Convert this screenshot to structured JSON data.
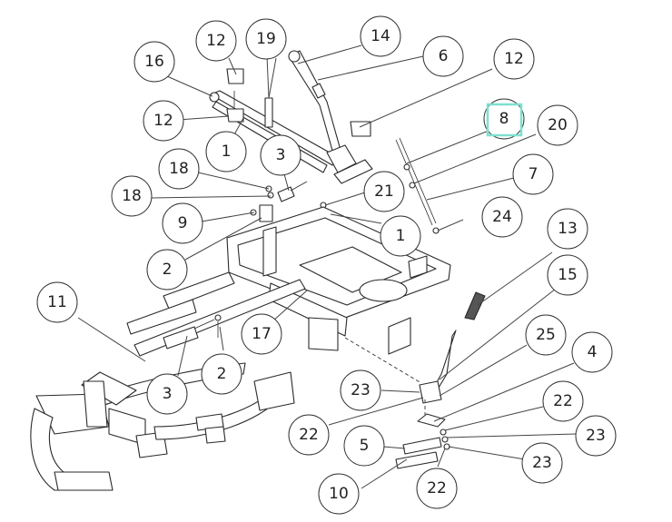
{
  "colors": {
    "highlight": "#7fe0d0",
    "line": "#333333",
    "background": "#ffffff"
  },
  "callouts": [
    {
      "label": "12"
    },
    {
      "label": "19"
    },
    {
      "label": "14"
    },
    {
      "label": "16"
    },
    {
      "label": "6"
    },
    {
      "label": "12"
    },
    {
      "label": "12"
    },
    {
      "label": "1"
    },
    {
      "label": "8"
    },
    {
      "label": "20"
    },
    {
      "label": "3"
    },
    {
      "label": "18"
    },
    {
      "label": "18"
    },
    {
      "label": "21"
    },
    {
      "label": "7"
    },
    {
      "label": "9"
    },
    {
      "label": "1"
    },
    {
      "label": "24"
    },
    {
      "label": "2"
    },
    {
      "label": "13"
    },
    {
      "label": "15"
    },
    {
      "label": "11"
    },
    {
      "label": "17"
    },
    {
      "label": "25"
    },
    {
      "label": "4"
    },
    {
      "label": "3"
    },
    {
      "label": "2"
    },
    {
      "label": "23"
    },
    {
      "label": "22"
    },
    {
      "label": "22"
    },
    {
      "label": "23"
    },
    {
      "label": "5"
    },
    {
      "label": "23"
    },
    {
      "label": "10"
    },
    {
      "label": "22"
    }
  ]
}
